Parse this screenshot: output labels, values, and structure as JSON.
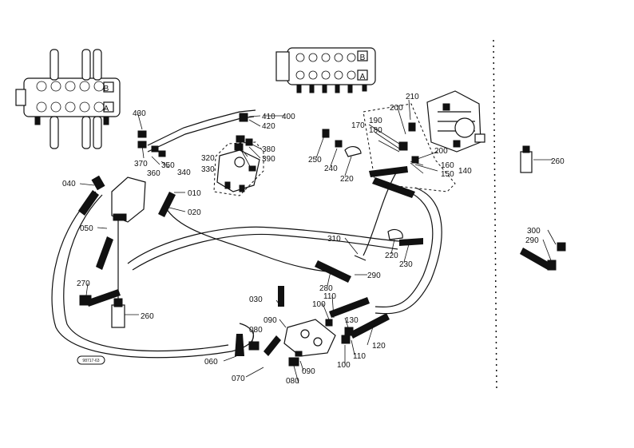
{
  "diagram": {
    "reference_stamp": "98717-63",
    "valve_port_labels": [
      "B",
      "A"
    ],
    "part_labels": [
      "010",
      "020",
      "030",
      "040",
      "050",
      "060",
      "070",
      "080",
      "080",
      "090",
      "090",
      "100",
      "100",
      "110",
      "110",
      "120",
      "130",
      "140",
      "150",
      "160",
      "170",
      "180",
      "190",
      "200",
      "200",
      "210",
      "220",
      "220",
      "230",
      "240",
      "250",
      "260",
      "260",
      "270",
      "280",
      "290",
      "290",
      "300",
      "310",
      "320",
      "330",
      "340",
      "350",
      "360",
      "370",
      "380",
      "390",
      "400",
      "410",
      "420",
      "430"
    ]
  }
}
